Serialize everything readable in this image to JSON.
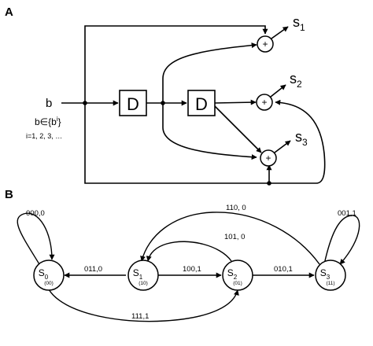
{
  "panel_a": {
    "label": "A",
    "input": {
      "name": "b",
      "set": "b∈{b",
      "set_sup": "i",
      "set_close": "}",
      "index": "i=1, 2, 3, …"
    },
    "delays": [
      {
        "label": "D"
      },
      {
        "label": "D"
      }
    ],
    "adders": [
      {
        "symbol": "+"
      },
      {
        "symbol": "+"
      },
      {
        "symbol": "+"
      }
    ],
    "outputs": [
      {
        "main": "s",
        "sub": "1"
      },
      {
        "main": "s",
        "sub": "2"
      },
      {
        "main": "s",
        "sub": "3"
      }
    ]
  },
  "panel_b": {
    "label": "B",
    "states": [
      {
        "main": "S",
        "sub": "0",
        "code": "(00)"
      },
      {
        "main": "S",
        "sub": "1",
        "code": "(10)"
      },
      {
        "main": "S",
        "sub": "2",
        "code": "(01)"
      },
      {
        "main": "S",
        "sub": "3",
        "code": "(11)"
      }
    ],
    "transitions": [
      {
        "from": "S0",
        "to": "S0",
        "label": "000,0"
      },
      {
        "from": "S1",
        "to": "S0",
        "label": "011,0"
      },
      {
        "from": "S1",
        "to": "S2",
        "label": "100,1"
      },
      {
        "from": "S2",
        "to": "S1",
        "label": "101, 0"
      },
      {
        "from": "S3",
        "to": "S1",
        "label": "110, 0"
      },
      {
        "from": "S2",
        "to": "S3",
        "label": "010,1"
      },
      {
        "from": "S3",
        "to": "S3",
        "label": "001,1"
      },
      {
        "from": "S0",
        "to": "S2",
        "label": "111,1"
      }
    ]
  }
}
